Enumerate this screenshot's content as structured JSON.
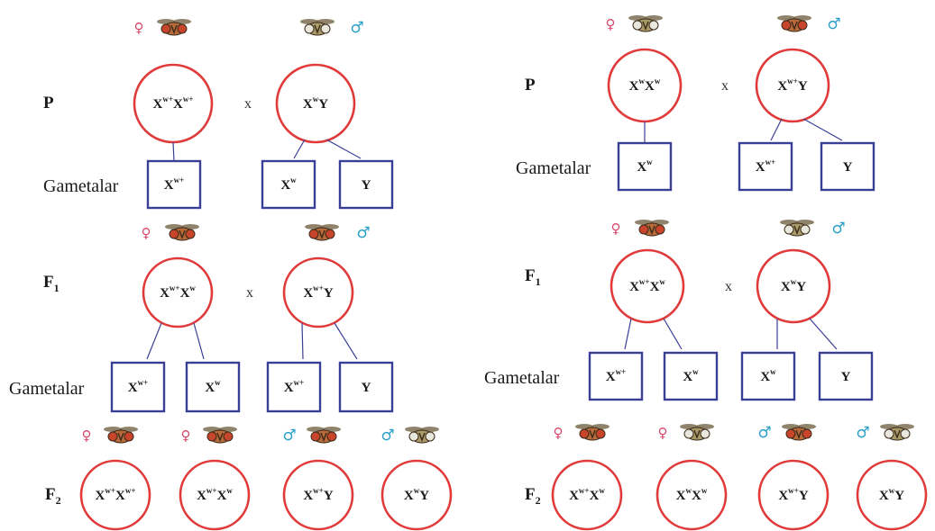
{
  "symbols": {
    "female": "♀",
    "male": "♂"
  },
  "colors": {
    "circle_stroke": "#e03a3a",
    "box_stroke": "#3a3f96",
    "female_symbol": "#d9486a",
    "male_symbol": "#2a9fc9",
    "fly_red_eye": "#c8452b",
    "fly_white_eye": "#e9e6dc"
  },
  "panels": [
    {
      "id": "left",
      "generation_labels": {
        "P": "P",
        "F1": "F",
        "F1_sub": "1",
        "F2": "F",
        "F2_sub": "2"
      },
      "gametes_label_1": "Gametalar",
      "gametes_label_2": "Gametalar",
      "cross_symbol_P": "x",
      "cross_symbol_F1": "x",
      "P": {
        "female": {
          "sex": "female",
          "eye": "red",
          "genotype": [
            [
              "X",
              "w+"
            ],
            [
              "X",
              "w+"
            ]
          ]
        },
        "male": {
          "sex": "male",
          "eye": "white",
          "genotype": [
            [
              "X",
              "w"
            ],
            [
              "Y",
              ""
            ]
          ]
        }
      },
      "P_gametes": {
        "female": [
          [
            "X",
            "w+"
          ]
        ],
        "male": [
          [
            "X",
            "w"
          ],
          [
            "Y",
            ""
          ]
        ]
      },
      "F1": {
        "female": {
          "sex": "female",
          "eye": "red",
          "genotype": [
            [
              "X",
              "w+"
            ],
            [
              "X",
              "w"
            ]
          ]
        },
        "male": {
          "sex": "male",
          "eye": "red",
          "genotype": [
            [
              "X",
              "w+"
            ],
            [
              "Y",
              ""
            ]
          ]
        }
      },
      "F1_gametes": {
        "female": [
          [
            "X",
            "w+"
          ],
          [
            "X",
            "w"
          ]
        ],
        "male": [
          [
            "X",
            "w+"
          ],
          [
            "Y",
            ""
          ]
        ]
      },
      "F2": [
        {
          "sex": "female",
          "eye": "red",
          "genotype": [
            [
              "X",
              "w+"
            ],
            [
              "X",
              "w+"
            ]
          ]
        },
        {
          "sex": "female",
          "eye": "red",
          "genotype": [
            [
              "X",
              "w+"
            ],
            [
              "X",
              "w"
            ]
          ]
        },
        {
          "sex": "male",
          "eye": "red",
          "genotype": [
            [
              "X",
              "w+"
            ],
            [
              "Y",
              ""
            ]
          ]
        },
        {
          "sex": "male",
          "eye": "white",
          "genotype": [
            [
              "X",
              "w"
            ],
            [
              "Y",
              ""
            ]
          ]
        }
      ]
    },
    {
      "id": "right",
      "generation_labels": {
        "P": "P",
        "F1": "F",
        "F1_sub": "1",
        "F2": "F",
        "F2_sub": "2"
      },
      "gametes_label_1": "Gametalar",
      "gametes_label_2": "Gametalar",
      "cross_symbol_P": "x",
      "cross_symbol_F1": "x",
      "P": {
        "female": {
          "sex": "female",
          "eye": "white",
          "genotype": [
            [
              "X",
              "w"
            ],
            [
              "X",
              "w"
            ]
          ]
        },
        "male": {
          "sex": "male",
          "eye": "red",
          "genotype": [
            [
              "X",
              "w+"
            ],
            [
              "Y",
              ""
            ]
          ]
        }
      },
      "P_gametes": {
        "female": [
          [
            "X",
            "w"
          ]
        ],
        "male": [
          [
            "X",
            "w+"
          ],
          [
            "Y",
            ""
          ]
        ]
      },
      "F1": {
        "female": {
          "sex": "female",
          "eye": "red",
          "genotype": [
            [
              "X",
              "w+"
            ],
            [
              "X",
              "w"
            ]
          ]
        },
        "male": {
          "sex": "male",
          "eye": "white",
          "genotype": [
            [
              "X",
              "w"
            ],
            [
              "Y",
              ""
            ]
          ]
        }
      },
      "F1_gametes": {
        "female": [
          [
            "X",
            "w+"
          ],
          [
            "X",
            "w"
          ]
        ],
        "male": [
          [
            "X",
            "w"
          ],
          [
            "Y",
            ""
          ]
        ]
      },
      "F2": [
        {
          "sex": "female",
          "eye": "red",
          "genotype": [
            [
              "X",
              "w+"
            ],
            [
              "X",
              "w"
            ]
          ]
        },
        {
          "sex": "female",
          "eye": "white",
          "genotype": [
            [
              "X",
              "w"
            ],
            [
              "X",
              "w"
            ]
          ]
        },
        {
          "sex": "male",
          "eye": "red",
          "genotype": [
            [
              "X",
              "w+"
            ],
            [
              "Y",
              ""
            ]
          ]
        },
        {
          "sex": "male",
          "eye": "white",
          "genotype": [
            [
              "X",
              "w"
            ],
            [
              "Y",
              ""
            ]
          ]
        }
      ]
    }
  ]
}
